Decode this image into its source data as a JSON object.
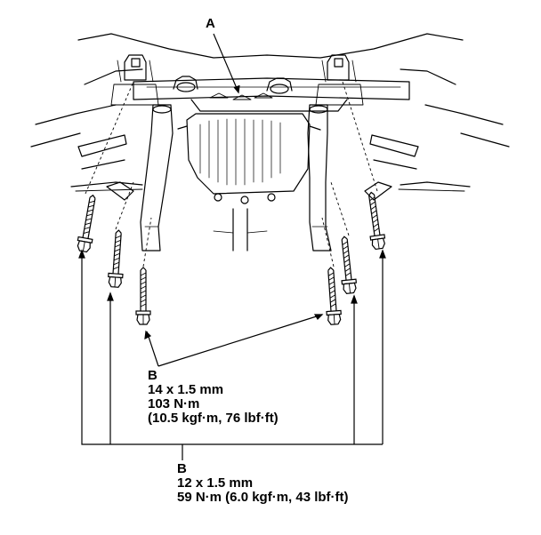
{
  "labels": {
    "a": "A",
    "upper": {
      "letter": "B",
      "size": "14 x 1.5 mm",
      "torque_nm": "103 N·m",
      "torque_alt": "(10.5 kgf·m, 76 lbf·ft)"
    },
    "lower": {
      "letter": "B",
      "size": "12 x 1.5 mm",
      "torque": "59 N·m (6.0 kgf·m, 43 lbf·ft)"
    }
  },
  "colors": {
    "ink": "#000000",
    "paper": "#ffffff"
  }
}
